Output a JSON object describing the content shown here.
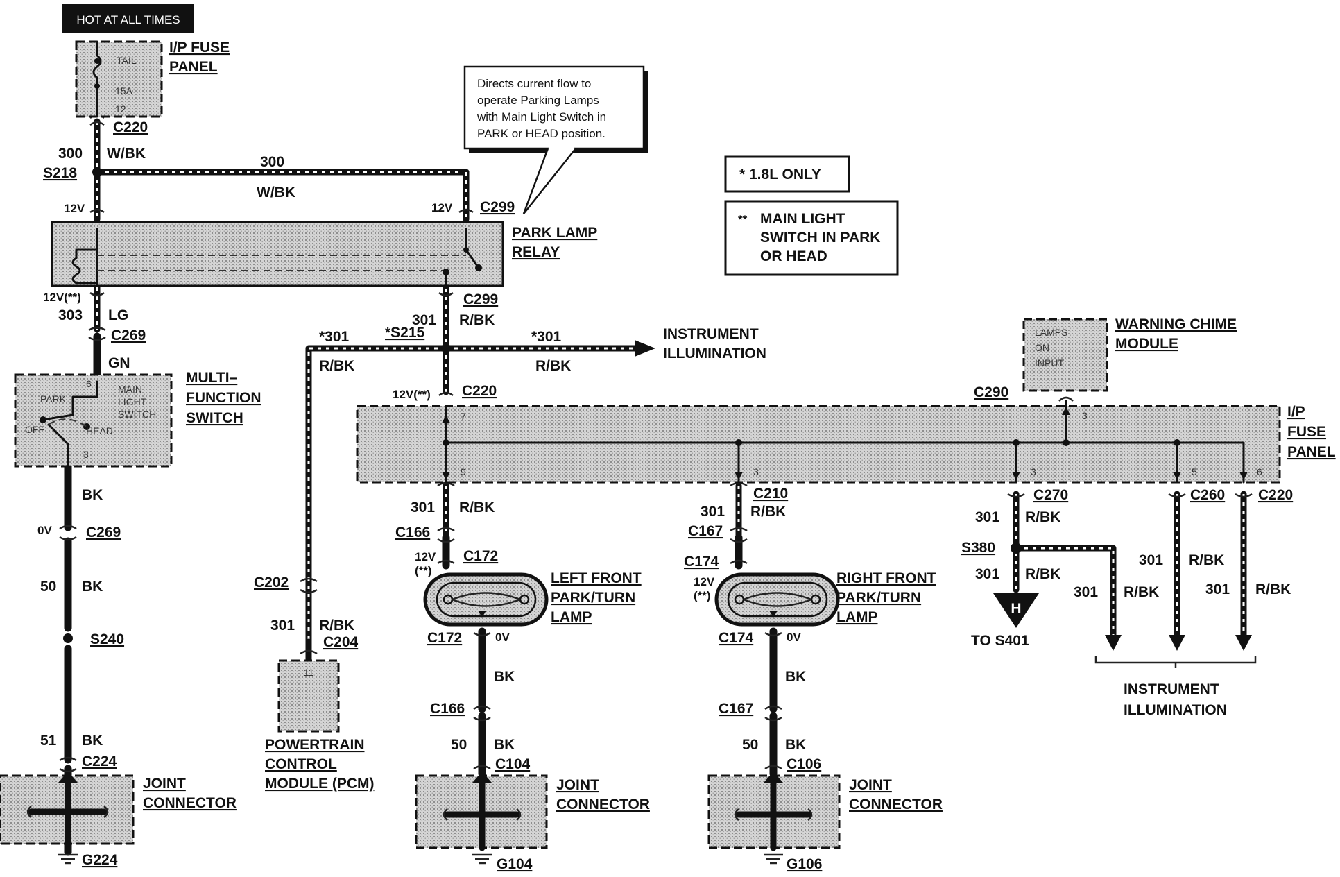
{
  "hot_label": "HOT AT ALL TIMES",
  "fuse_top": {
    "name": "I/P FUSE PANEL",
    "line1": "I/P FUSE",
    "line2": "PANEL",
    "fuse_name": "TAIL",
    "fuse_rating": "15A",
    "fuse_number": "12"
  },
  "connectors": {
    "c220_top": "C220",
    "s218": "S218",
    "c299_top": "C299",
    "c299_bottom": "C299",
    "c269_top": "C269",
    "c269_bottom": "C269",
    "s215": "*S215",
    "c220_mid": "C220",
    "c290": "C290",
    "s240": "S240",
    "c224": "C224",
    "g224": "G224",
    "c202": "C202",
    "c204": "C204",
    "c166_top": "C166",
    "c172_top": "C172",
    "c172_bottom": "C172",
    "c166_bottom": "C166",
    "c104": "C104",
    "g104": "G104",
    "c210": "C210",
    "c167_top": "C167",
    "c174_top": "C174",
    "c174_bottom": "C174",
    "c167_bottom": "C167",
    "c106": "C106",
    "g106": "G106",
    "c270": "C270",
    "s380": "S380",
    "c260": "C260",
    "c220_right": "C220"
  },
  "wires": {
    "n300": "300",
    "wbk": "W/BK",
    "n300_top": "300",
    "wbk_mid": "W/BK",
    "n303": "303",
    "lg": "LG",
    "gn": "GN",
    "bk": "BK",
    "n50": "50",
    "n51": "51",
    "n301": "301",
    "rbk": "R/BK",
    "star301": "*301"
  },
  "voltages": {
    "v12": "12V",
    "v12_stars": "12V(**)",
    "v0": "0V",
    "stars": "(**)"
  },
  "relay": {
    "line1": "PARK LAMP",
    "line2": "RELAY"
  },
  "callout": {
    "lines": [
      "Directs current flow to",
      "operate Parking Lamps",
      "with Main Light Switch in",
      "PARK or HEAD position."
    ]
  },
  "legend": {
    "note1": "*  1.8L ONLY",
    "note2_marker": "**",
    "note2_line1": "MAIN LIGHT",
    "note2_line2": "SWITCH IN PARK",
    "note2_line3": "OR HEAD"
  },
  "mfs": {
    "line1": "MULTI–",
    "line2": "FUNCTION",
    "line3": "SWITCH",
    "park": "PARK",
    "off": "OFF",
    "head": "HEAD",
    "main1": "MAIN",
    "main2": "LIGHT",
    "main3": "SWITCH",
    "pin6": "6",
    "pin3": "3"
  },
  "instrument": {
    "line1": "INSTRUMENT",
    "line2": "ILLUMINATION"
  },
  "chime": {
    "line1": "WARNING CHIME",
    "line2": "MODULE",
    "in1": "LAMPS",
    "in2": "ON",
    "in3": "INPUT",
    "pin": "3"
  },
  "fuse_mid": {
    "line1": "I/P",
    "line2": "FUSE",
    "line3": "PANEL",
    "pins": [
      "7",
      "9",
      "3",
      "3",
      "5",
      "6"
    ]
  },
  "pcm": {
    "line1": "POWERTRAIN",
    "line2": "CONTROL",
    "line3": "MODULE (PCM)",
    "pin": "11"
  },
  "lf_lamp": {
    "line1": "LEFT FRONT",
    "line2": "PARK/TURN",
    "line3": "LAMP"
  },
  "rf_lamp": {
    "line1": "RIGHT FRONT",
    "line2": "PARK/TURN",
    "line3": "LAMP"
  },
  "joint": {
    "line1": "JOINT",
    "line2": "CONNECTOR"
  },
  "to_s401": "TO S401",
  "h_marker": "H"
}
